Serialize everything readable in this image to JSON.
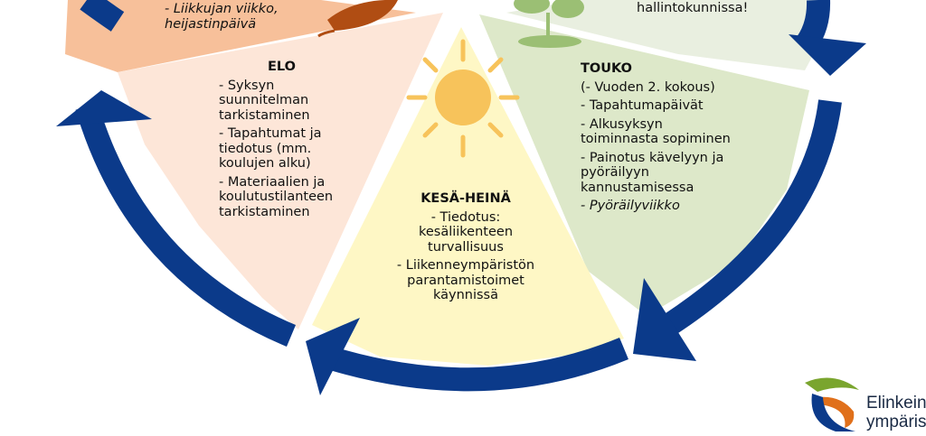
{
  "colors": {
    "arrow_blue": "#0b3a8a",
    "elo_fill": "#fde6d8",
    "orange_fill": "#f7c09a",
    "kesa_fill": "#fef7c5",
    "touko_fill": "#dde8c9",
    "top_green_fill": "#e9efe0",
    "sun_yellow": "#f7c35b",
    "leaf_brown": "#b04d13",
    "plant_green": "#9bbf74",
    "logo_green": "#7aa52e",
    "logo_orange": "#e0701b",
    "logo_blue": "#0b3a8a"
  },
  "heinakuu_segment": {
    "lines": [
      "- Liikkujan viikko,",
      "heijastinpäivä"
    ]
  },
  "top_right_segment": {
    "text": "hallintokunnissa!"
  },
  "elo": {
    "title": "ELO",
    "items": [
      [
        "- Syksyn",
        "suunnitelman",
        "tarkistaminen"
      ],
      [
        "- Tapahtumat ja",
        "tiedotus (mm.",
        "koulujen alku)"
      ],
      [
        "- Materiaalien ja",
        "koulutustilanteen",
        "tarkistaminen"
      ]
    ]
  },
  "touko": {
    "title": "TOUKO",
    "items": [
      [
        "(- Vuoden 2. kokous)"
      ],
      [
        "- Tapahtumapäivät"
      ],
      [
        "- Alkusyksyn",
        "toiminnasta sopiminen"
      ],
      [
        "- Painotus kävelyyn ja",
        "pyöräilyyn",
        "kannustamisessa"
      ],
      [
        "- Pyöräilyviikko"
      ]
    ]
  },
  "kesa_heina": {
    "title": "KESÄ-HEINÄ",
    "items": [
      [
        "- Tiedotus:",
        "kesäliikenteen",
        "turvallisuus"
      ],
      [
        "- Liikenneympäristön",
        "parantamistoimet",
        "käynnissä"
      ]
    ]
  },
  "logo": {
    "lines": [
      "Elinkeino-",
      "ympäristö"
    ]
  },
  "icons": [
    "sun-icon",
    "autumn-leaf-icon",
    "sprout-icon",
    "ely-logo-icon"
  ]
}
